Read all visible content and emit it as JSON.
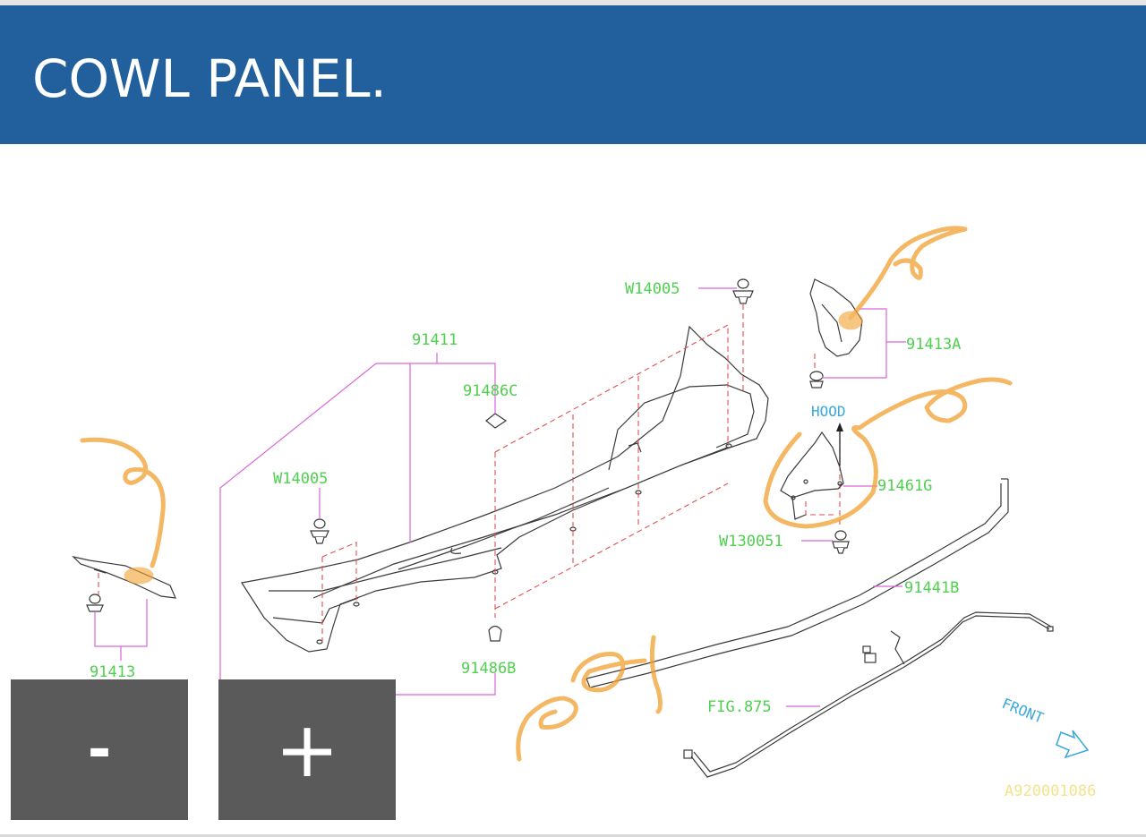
{
  "page": {
    "title": "COWL PANEL.",
    "header_color": "#21609c"
  },
  "diagram": {
    "callouts": {
      "c91411": "91411",
      "c91486c": "91486C",
      "c91486b": "91486B",
      "c_w14005_left": "W14005",
      "c_w14005_top": "W14005",
      "c91413": "91413",
      "c91413a": "91413A",
      "c91461g": "91461G",
      "c_w130051": "W130051",
      "c91441b": "91441B",
      "c_fig875": "FIG.875"
    },
    "direction_labels": {
      "hood": "HOOD",
      "front": "FRONT"
    },
    "drawing_number": "A920001086",
    "colors": {
      "callout_text": "#4fd04f",
      "leader_line": "#d966d9",
      "hidden_line": "#e05050",
      "direction_text": "#3aa8d8",
      "annotation_scribble": "#f0a030"
    }
  },
  "controls": {
    "zoom_out_label": "-",
    "zoom_in_label": "+"
  }
}
